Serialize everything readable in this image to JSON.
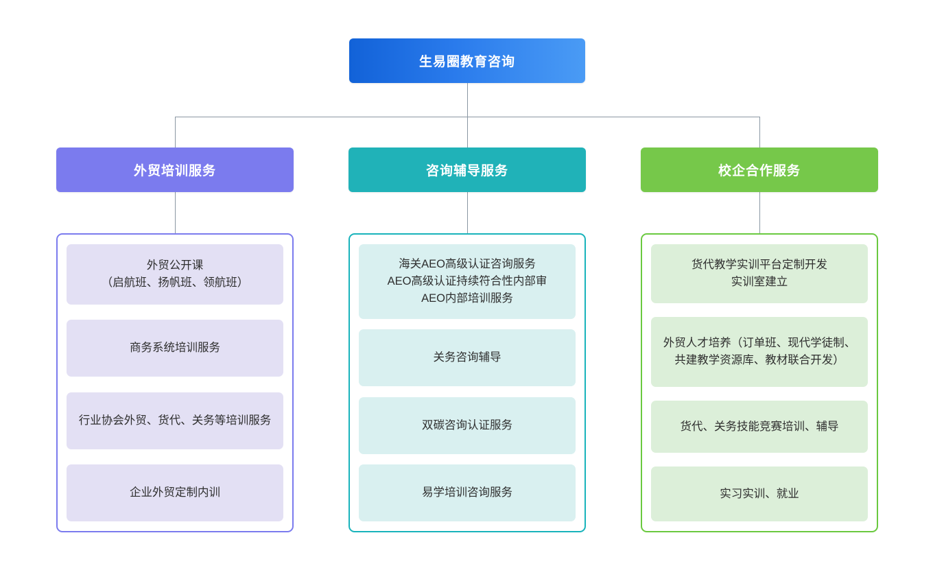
{
  "diagram": {
    "type": "organization-chart",
    "root": {
      "label": "生易圈教育咨询",
      "color": "#1f74e8"
    },
    "columns": [
      {
        "id": "training",
        "header": "外贸培训服务",
        "color": "#7b7bee",
        "item_fill": "#e3e0f4",
        "items": [
          "外贸公开课\n（启航班、扬帆班、领航班）",
          "商务系统培训服务",
          "行业协会外贸、货代、关务等培训服务",
          "企业外贸定制内训"
        ]
      },
      {
        "id": "consulting",
        "header": "咨询辅导服务",
        "color": "#20b2b8",
        "item_fill": "#d9f0f0",
        "items": [
          "海关AEO高级认证咨询服务\nAEO高级认证持续符合性内部审\nAEO内部培训服务",
          "关务咨询辅导",
          "双碳咨询认证服务",
          "易学培训咨询服务"
        ]
      },
      {
        "id": "school",
        "header": "校企合作服务",
        "color": "#76c84a",
        "item_fill": "#dcefd9",
        "items": [
          "货代教学实训平台定制开发\n实训室建立",
          "外贸人才培养（订单班、现代学徒制、共建教学资源库、教材联合开发）",
          "货代、关务技能竞赛培训、辅导",
          "实习实训、就业"
        ]
      }
    ]
  }
}
